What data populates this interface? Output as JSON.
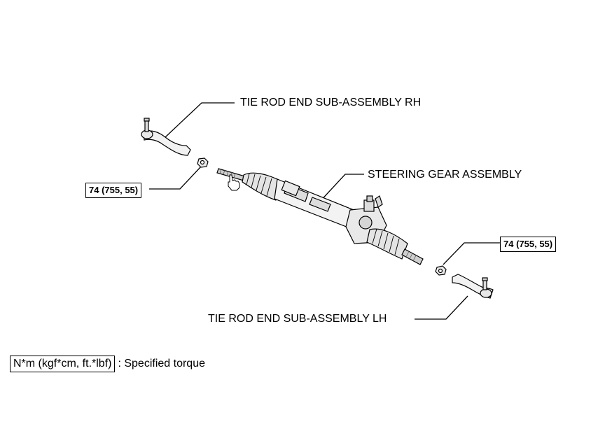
{
  "labels": {
    "tie_rod_rh": "TIE ROD END SUB-ASSEMBLY RH",
    "steering_gear": "STEERING GEAR ASSEMBLY",
    "tie_rod_lh": "TIE ROD END SUB-ASSEMBLY LH"
  },
  "torque": {
    "left": "74 (755, 55)",
    "right": "74 (755, 55)"
  },
  "legend": {
    "unit_box": "N*m (kgf*cm, ft.*lbf)",
    "description": ": Specified torque"
  }
}
